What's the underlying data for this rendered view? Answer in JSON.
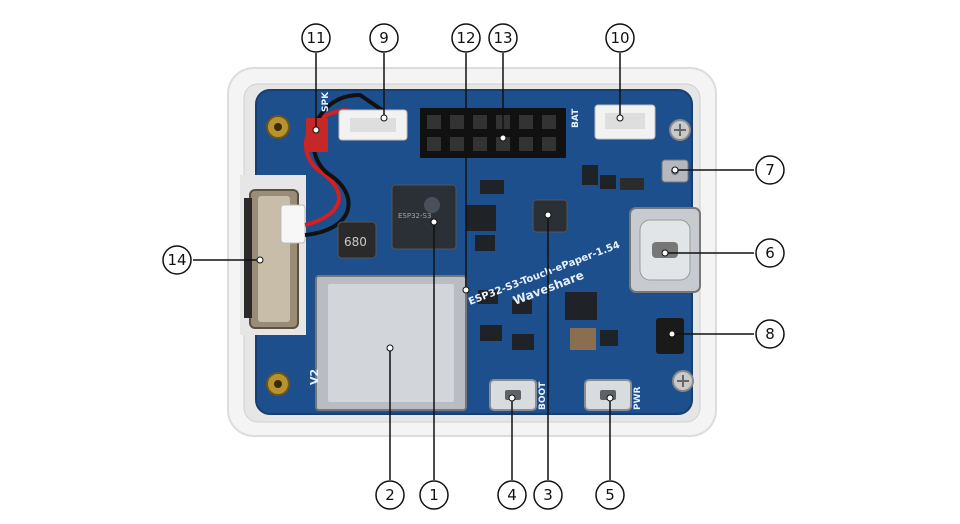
{
  "board": {
    "model_label": "ESP32-S3-Touch-ePaper-1.54",
    "brand_label": "Waveshare",
    "version_label": "V2",
    "spk_label": "SPK",
    "bat_label": "BAT",
    "boot_label": "BOOT",
    "pwr_label": "PWR",
    "chip_label": "ESP32-S3",
    "inductor_label": "680"
  },
  "callouts": [
    {
      "id": "c1",
      "label": "1"
    },
    {
      "id": "c2",
      "label": "2"
    },
    {
      "id": "c3",
      "label": "3"
    },
    {
      "id": "c4",
      "label": "4"
    },
    {
      "id": "c5",
      "label": "5"
    },
    {
      "id": "c6",
      "label": "6"
    },
    {
      "id": "c7",
      "label": "7"
    },
    {
      "id": "c8",
      "label": "8"
    },
    {
      "id": "c9",
      "label": "9"
    },
    {
      "id": "c10",
      "label": "10"
    },
    {
      "id": "c11",
      "label": "11"
    },
    {
      "id": "c12",
      "label": "12"
    },
    {
      "id": "c13",
      "label": "13"
    },
    {
      "id": "c14",
      "label": "14"
    }
  ],
  "colors": {
    "pcb": "#1d4f8c",
    "pcb_dark": "#163e70",
    "enclosure": "#eeeeee",
    "header": "#111111",
    "wire_red": "#d42020",
    "wire_black": "#111111"
  }
}
